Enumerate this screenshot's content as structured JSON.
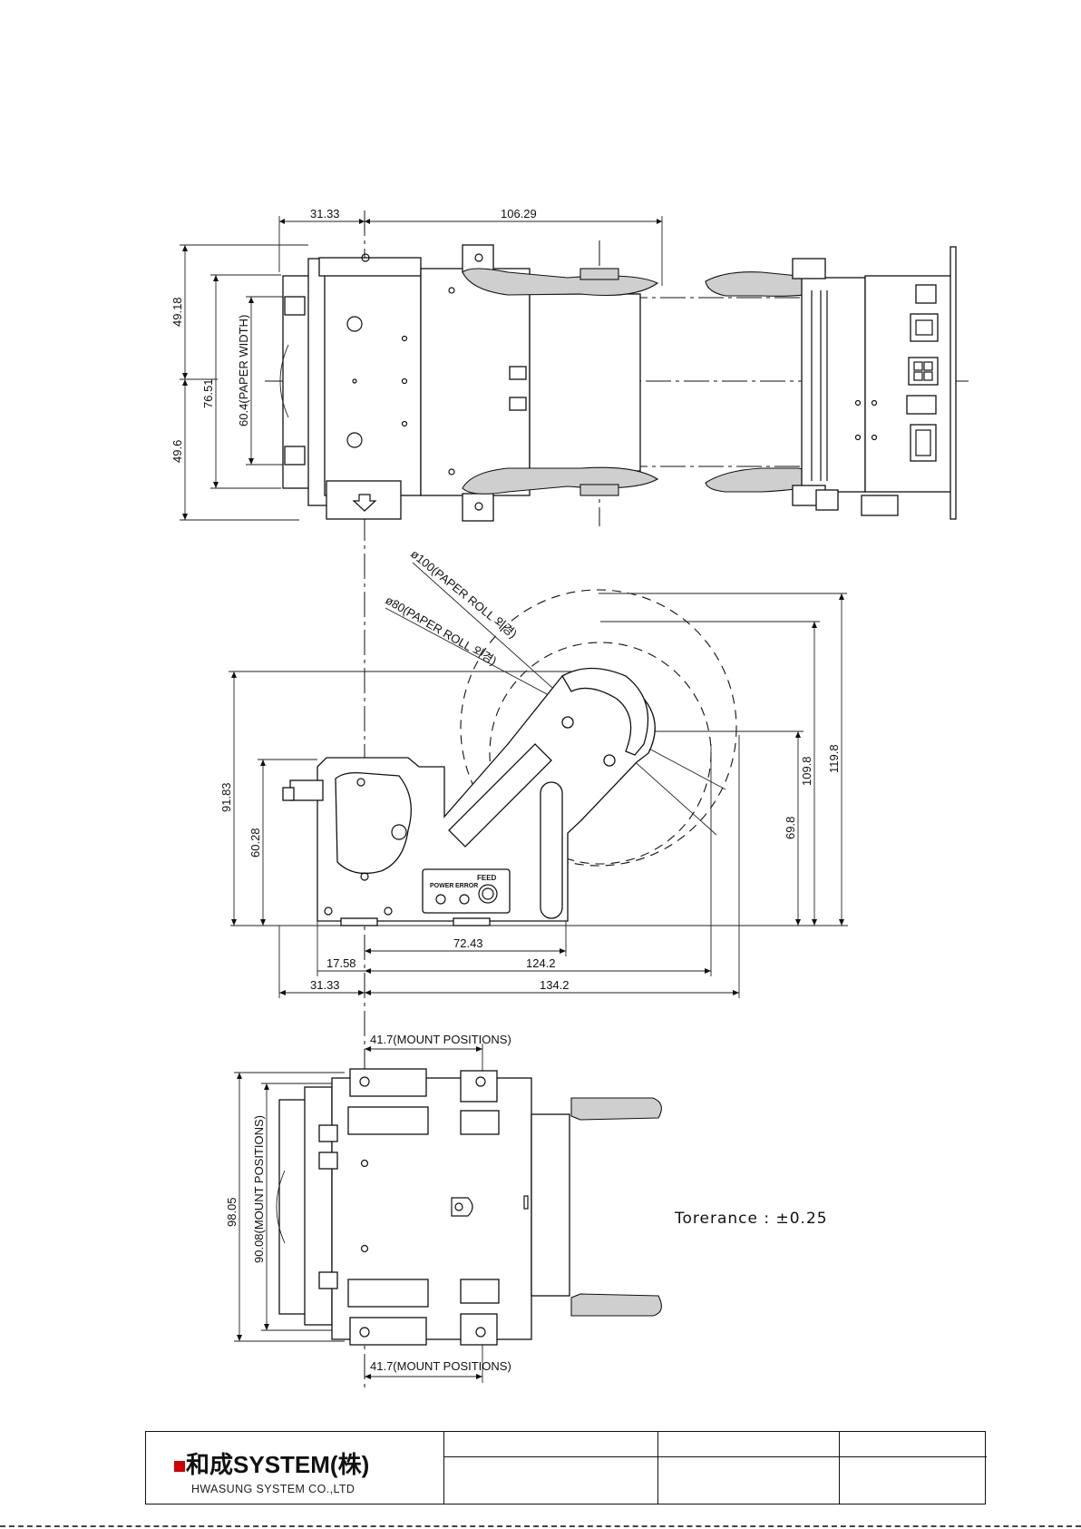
{
  "dimensions": {
    "top_view": {
      "left_offset": "31.33",
      "length": "106.29",
      "upper_half": "49.18",
      "lower_half": "49.6",
      "overall_width": "76.51",
      "paper_width": "60.4(PAPER WIDTH)"
    },
    "side_view": {
      "paper_roll_100": "ø100(PAPER ROLL 외경)",
      "paper_roll_80": "ø80(PAPER ROLL 외경)",
      "height_91": "91.83",
      "height_60": "60.28",
      "height_109": "109.8",
      "height_119": "119.8",
      "height_69": "69.8",
      "width_72": "72.43",
      "left_17": "17.58",
      "width_124": "124.2",
      "left_31": "31.33",
      "width_134": "134.2",
      "led_power": "POWER",
      "led_error": "ERROR",
      "btn_feed": "FEED"
    },
    "bottom_view": {
      "mount_top": "41.7(MOUNT POSITIONS)",
      "mount_bottom": "41.7(MOUNT POSITIONS)",
      "height_98": "98.05",
      "height_90": "90.08(MOUNT POSITIONS)"
    }
  },
  "tolerance": "Torerance : ±0.25",
  "title_block": {
    "company": "SYSTEM(株)",
    "company_prefix": "和成",
    "company_en": "HWASUNG SYSTEM CO.,LTD"
  },
  "colors": {
    "line": "#111111",
    "logo_red": "#d00000"
  }
}
